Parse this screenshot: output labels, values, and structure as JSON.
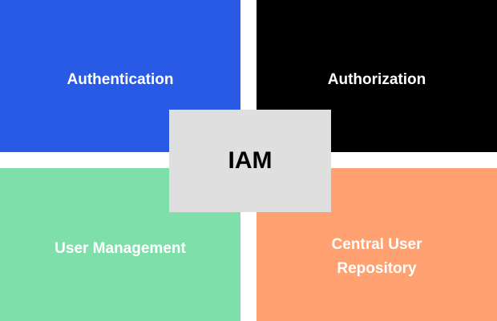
{
  "diagram": {
    "center": {
      "label": "IAM",
      "color": "#dfdfdf"
    },
    "quadrants": [
      {
        "label": "Authentication",
        "color": "#285ae6"
      },
      {
        "label": "Authorization",
        "color": "#000000"
      },
      {
        "label": "User Management",
        "color": "#7fdfaa"
      },
      {
        "label": "Central User\nRepository",
        "color": "#ffa170"
      }
    ]
  }
}
